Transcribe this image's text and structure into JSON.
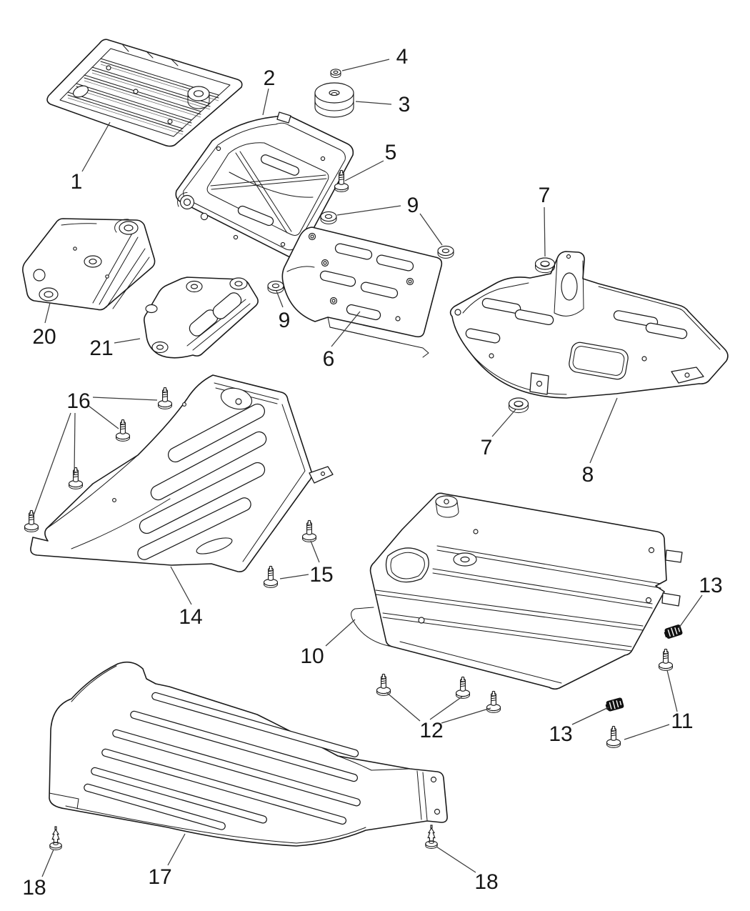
{
  "diagram": {
    "kind": "exploded-parts-line-drawing",
    "colors": {
      "background": "#ffffff",
      "line": "#1a1a1a",
      "label": "#161616",
      "clip_fill": "#111111"
    }
  },
  "callouts": {
    "c1": "1",
    "c2": "2",
    "c3": "3",
    "c4": "4",
    "c5": "5",
    "c6": "6",
    "c7a": "7",
    "c7b": "7",
    "c8": "8",
    "c9a": "9",
    "c9b": "9",
    "c10": "10",
    "c11": "11",
    "c12": "12",
    "c13a": "13",
    "c13b": "13",
    "c14": "14",
    "c15": "15",
    "c16": "16",
    "c17": "17",
    "c18a": "18",
    "c18b": "18",
    "c20": "20",
    "c21": "21"
  }
}
